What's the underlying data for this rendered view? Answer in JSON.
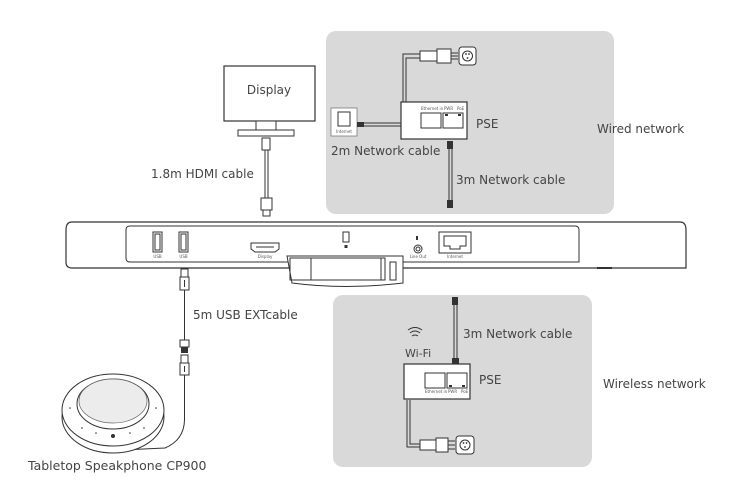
{
  "title": "Yealink MeetingBar connection diagram",
  "colors": {
    "panel": "#d9d9d9",
    "line": "#333333",
    "text": "#444444",
    "background": "#ffffff"
  },
  "display": {
    "label": "Display",
    "cable_label": "1.8m HDMI cable"
  },
  "wired_network": {
    "section_label": "Wired network",
    "pse_label": "PSE",
    "wall_jack_label": "Internet",
    "pse_port_labels": [
      "Ethernet in",
      "PWR",
      "PoE"
    ],
    "cable_to_jack": "2m Network cable",
    "cable_to_device": "3m Network cable"
  },
  "wireless_network": {
    "section_label": "Wireless network",
    "wifi_label": "Wi-Fi",
    "pse_label": "PSE",
    "pse_port_labels": [
      "Ethernet in",
      "PWR",
      "PoE"
    ],
    "cable_to_device": "3m Network cable"
  },
  "device": {
    "port_labels": {
      "usb1": "USB",
      "usb2": "USB",
      "hdmi": "Display",
      "lock": "Security lock",
      "line_out": "Line Out",
      "internet": "Internet"
    }
  },
  "speakerphone": {
    "cable_label": "5m USB EXTcable",
    "label": "Tabletop Speakphone CP900"
  }
}
